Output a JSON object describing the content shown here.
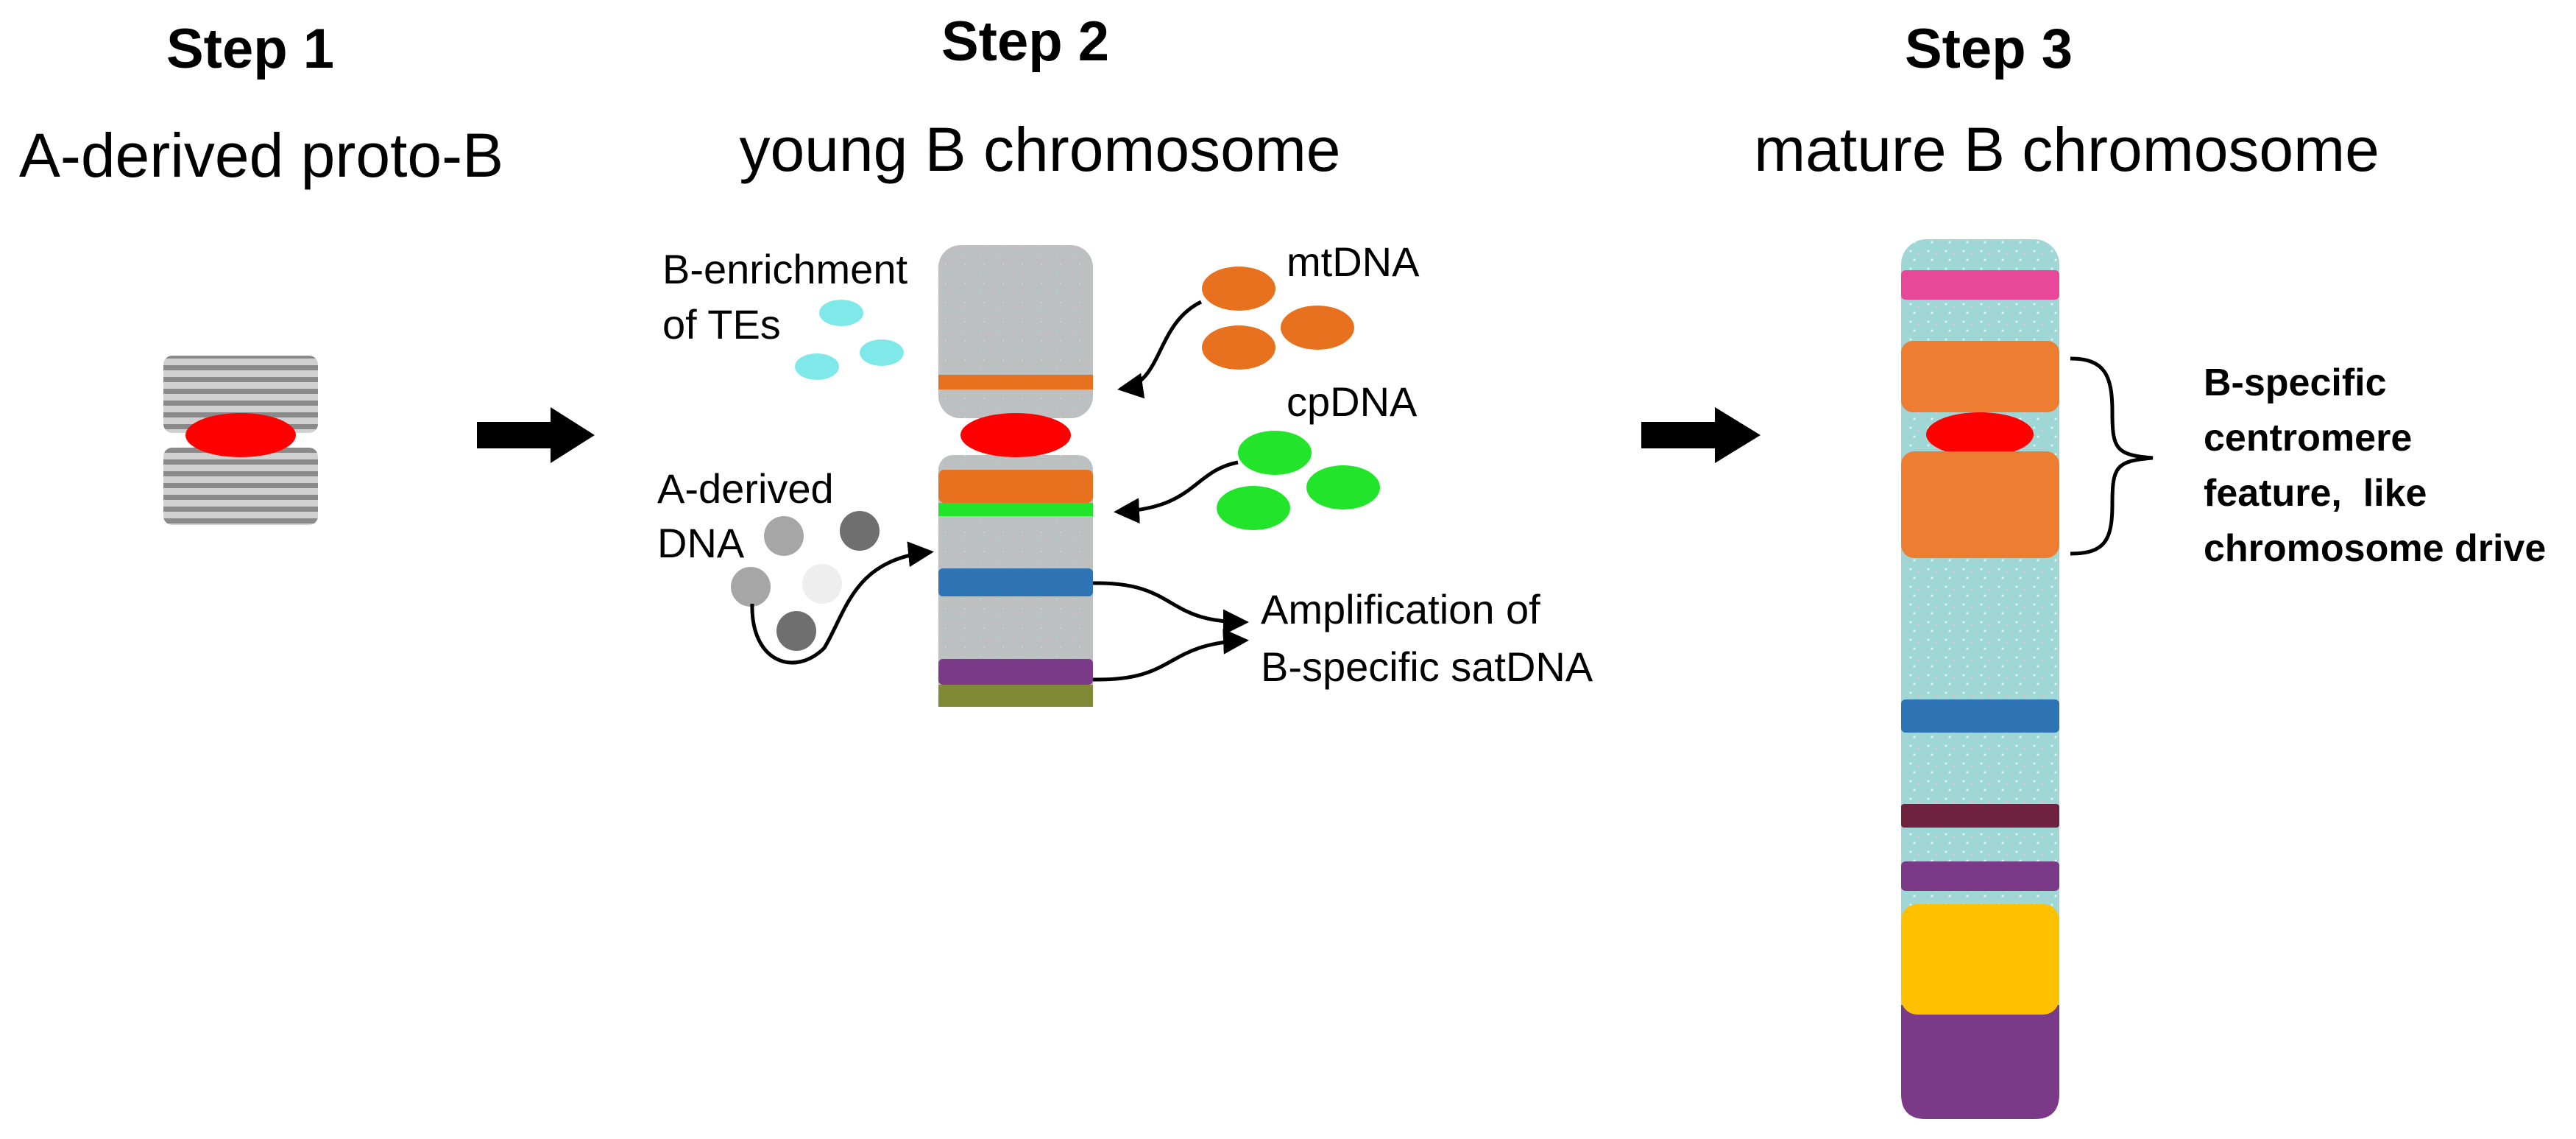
{
  "steps": [
    {
      "heading": "Step 1",
      "title": "A-derived proto-B"
    },
    {
      "heading": "Step 2",
      "title": "young B chromosome"
    },
    {
      "heading": "Step 3",
      "title": "mature B chromosome"
    }
  ],
  "step2_labels": {
    "te_line1": "B-enrichment",
    "te_line2": "of TEs",
    "mt": "mtDNA",
    "cp": "cpDNA",
    "a_line1": "A-derived",
    "a_line2": "DNA",
    "amp_line1": "Amplification of",
    "amp_line2": "B-specific satDNA"
  },
  "step3_labels": {
    "line1": "B-specific",
    "line2": "centromere",
    "line3": "feature,  like",
    "line4": "chromosome drive"
  },
  "colors": {
    "centromere": "#ff0000",
    "mtDNA": "#e8711f",
    "cpDNA": "#22e52b",
    "TEs": "#7fe9ea",
    "blue_band": "#2e74b5",
    "purple_band": "#7b3a88",
    "olive_band": "#808a34",
    "pink_band": "#e8489a",
    "maroon_band": "#6e2240",
    "yellow_band": "#ffc000",
    "chromosome_grey": "#bcc0c1",
    "chromosome_teal": "#9fd7d6"
  },
  "icons": [
    "arrow-right-icon",
    "curved-arrow-icon",
    "curly-brace-icon"
  ]
}
